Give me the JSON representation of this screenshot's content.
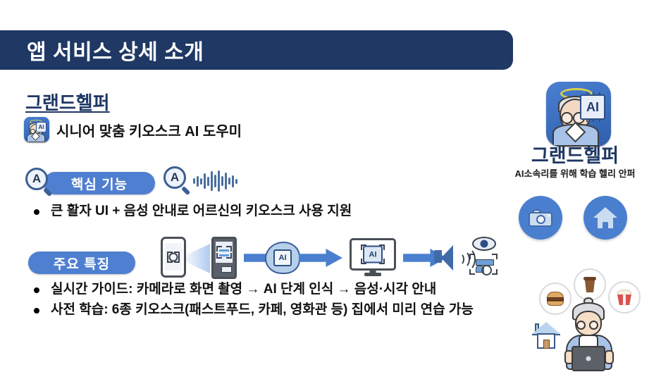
{
  "header": {
    "title": "앱 서비스 상세 소개"
  },
  "intro": {
    "app_name": "그랜드헬퍼",
    "subtitle": "시니어 맞춤 키오스크 AI 도우미",
    "app_icon_label": "AI"
  },
  "sections": [
    {
      "badge": "핵심 기능",
      "bullets": [
        "큰 활자 UI + 음성 안내로 어르신의 키오스크 사용 지원"
      ]
    },
    {
      "badge": "주요 특징",
      "bullets": [
        "실시간 가이드: 카메라로 화면 촬영 → AI 단계 인식 → 음성·시각 안내",
        "사전 학습: 6종 키오스크(패스트푸드, 카페, 영화관 등) 집에서 미리 연습 가능"
      ]
    }
  ],
  "magnifier": {
    "letter": "A"
  },
  "flow": {
    "ai_brain_label": "AI",
    "ai_monitor_label": "AI",
    "steps": [
      "phone-camera",
      "kiosk",
      "ai-brain",
      "monitor-ai",
      "speaker",
      "eye-scan"
    ]
  },
  "brand": {
    "name": "그랜드헬퍼",
    "tagline": "AI소속리를 위해 학습 헬리 안퍼",
    "icon_label": "AI",
    "buttons": [
      {
        "name": "camera",
        "label": "camera-icon"
      },
      {
        "name": "home",
        "label": "home-icon"
      }
    ]
  },
  "illustration": {
    "bubbles": [
      "burger",
      "coffee",
      "popcorn"
    ]
  },
  "colors": {
    "header_navy": "#1F3864",
    "badge_blue": "#4F7FD0",
    "accent_blue": "#4a7fd0",
    "text_dark": "#111111"
  }
}
